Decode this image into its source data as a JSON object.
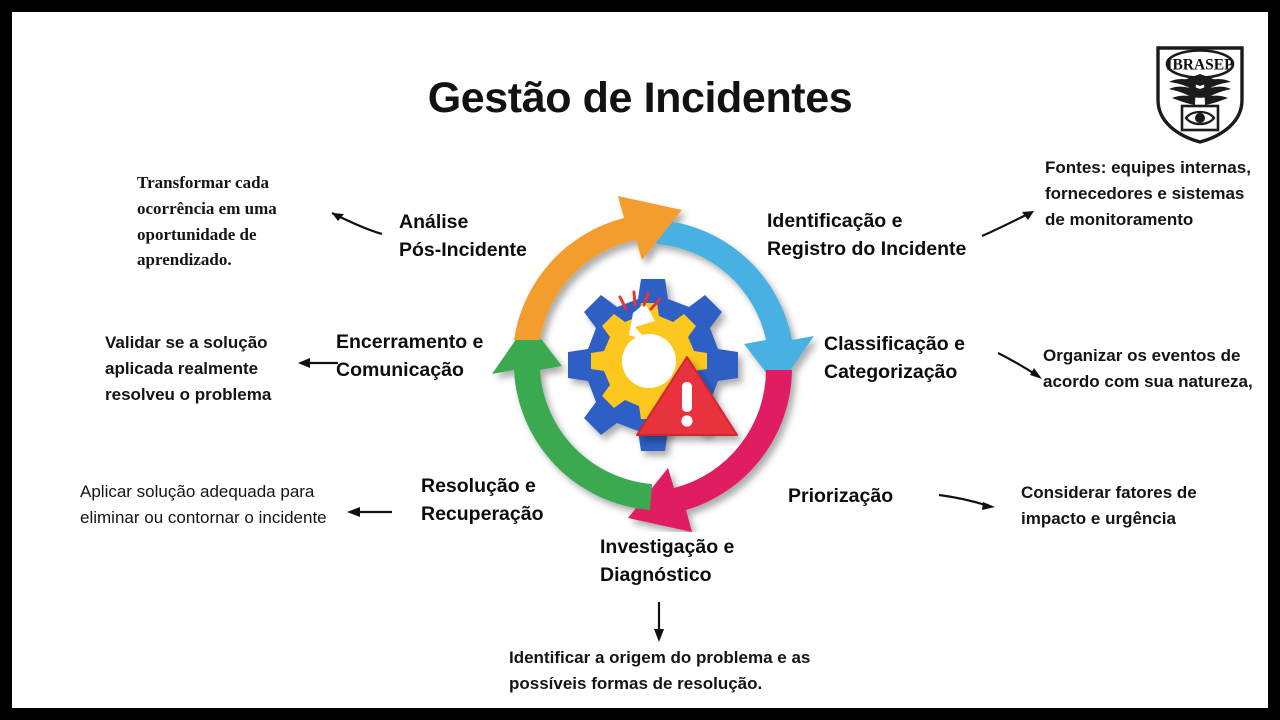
{
  "slide": {
    "title": "Gestão de Incidentes",
    "background_color": "#ffffff",
    "border_color": "#000000"
  },
  "logo": {
    "name": "ibrasep-logo",
    "text": "IBRASEP",
    "shape": "shield-crest-with-wings-cap-and-eye",
    "color": "#1a1a1a"
  },
  "cycle": {
    "center_icon": {
      "name": "broken-gear-alert-icon",
      "outer_gear_color": "#2f5ec4",
      "inner_gear_color": "#fcc81e",
      "alert_triangle_color": "#e8333d",
      "alert_mark": "!",
      "impact_mark_color": "#e8333d"
    },
    "arrows": [
      {
        "name": "arrow-identificacao",
        "color": "#49b0e2",
        "quadrant": "top-right",
        "direction": "clockwise"
      },
      {
        "name": "arrow-classificacao",
        "color": "#e01a62",
        "quadrant": "bottom-right",
        "direction": "clockwise"
      },
      {
        "name": "arrow-resolucao",
        "color": "#3ba94f",
        "quadrant": "bottom-left",
        "direction": "clockwise"
      },
      {
        "name": "arrow-analise",
        "color": "#f29d2e",
        "quadrant": "top-left",
        "direction": "clockwise"
      }
    ],
    "stages": [
      {
        "id": "identificacao",
        "label": "Identificação e\nRegistro do Incidente"
      },
      {
        "id": "classificacao",
        "label": "Classificação e\nCategorização"
      },
      {
        "id": "priorizacao",
        "label": "Priorização"
      },
      {
        "id": "investigacao",
        "label": "Investigação e\nDiagnóstico"
      },
      {
        "id": "resolucao",
        "label": "Resolução e\nRecuperação"
      },
      {
        "id": "encerramento",
        "label": "Encerramento e\nComunicação"
      },
      {
        "id": "analise",
        "label": "Análise\nPós-Incidente"
      }
    ]
  },
  "notes": {
    "fontes": "Fontes: equipes internas, fornecedores e sistemas de monitoramento",
    "organizar": " Organizar os eventos de acordo com sua natureza,",
    "considerar": "Considerar fatores de impacto e urgência",
    "identificar": "Identificar a origem do problema e as possíveis formas de resolução.",
    "aplicar": "Aplicar solução adequada para eliminar ou contornar o incidente",
    "validar": "Validar se a solução aplicada realmente resolveu o problema",
    "transformar": "Transformar cada ocorrência em uma oportunidade de aprendizado."
  },
  "connectors": [
    {
      "name": "connector-arrow-fontes",
      "direction": "right-up"
    },
    {
      "name": "connector-arrow-organizar",
      "direction": "right-down"
    },
    {
      "name": "connector-arrow-considerar",
      "direction": "right"
    },
    {
      "name": "connector-arrow-identificar",
      "direction": "down"
    },
    {
      "name": "connector-arrow-aplicar",
      "direction": "left"
    },
    {
      "name": "connector-arrow-validar",
      "direction": "left"
    },
    {
      "name": "connector-arrow-transformar",
      "direction": "left-up"
    }
  ]
}
